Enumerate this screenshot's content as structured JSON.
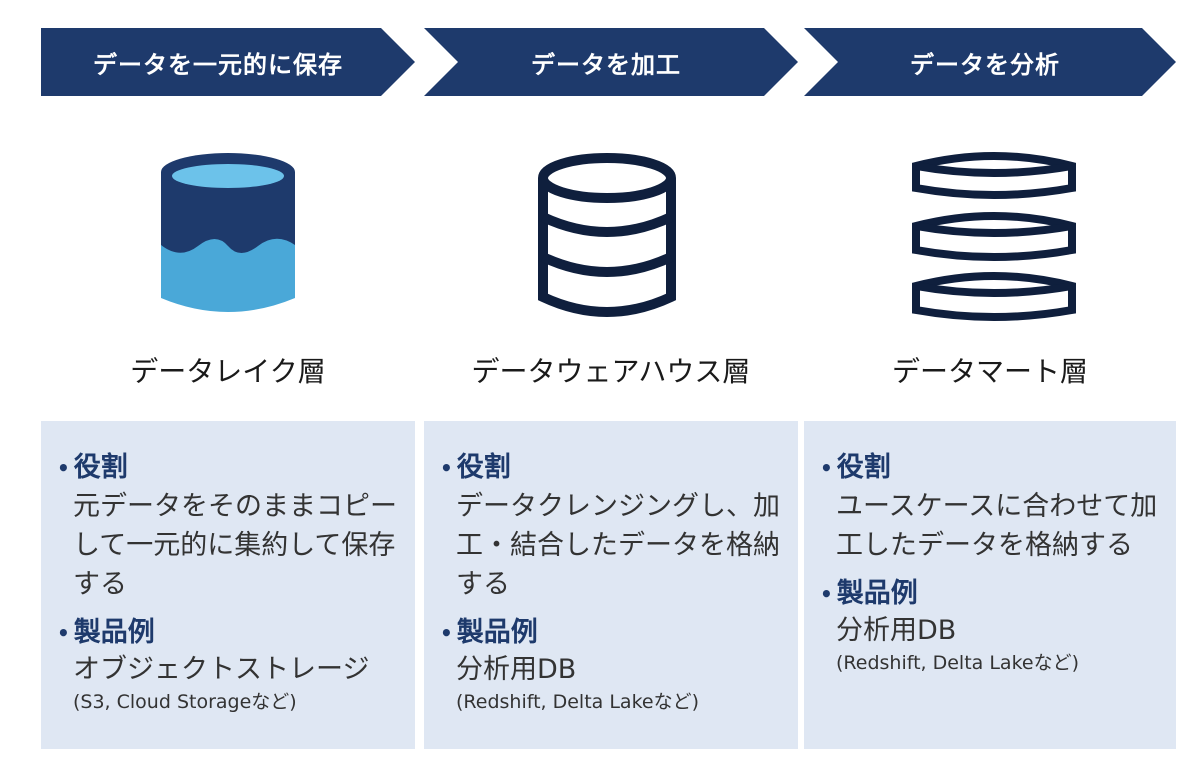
{
  "stages": [
    {
      "label": "データを一元的に保存"
    },
    {
      "label": "データを加工"
    },
    {
      "label": "データを分析"
    }
  ],
  "layers": [
    {
      "name": "データレイク層",
      "icon": "data-lake-cylinder-icon",
      "role_heading": "役割",
      "role_text": "元データをそのままコピーして一元的に集約して保存する",
      "product_heading": "製品例",
      "product_text": "オブジェクトストレージ",
      "product_note": "(S3, Cloud Storageなど)"
    },
    {
      "name": "データウェアハウス層",
      "icon": "database-stack-icon",
      "role_heading": "役割",
      "role_text": "データクレンジングし、加工・結合したデータを格納する",
      "product_heading": "製品例",
      "product_text": "分析用DB",
      "product_note": "(Redshift, Delta Lakeなど)"
    },
    {
      "name": "データマート層",
      "icon": "data-mart-disks-icon",
      "role_heading": "役割",
      "role_text": "ユースケースに合わせて加工したデータを格納する",
      "product_heading": "製品例",
      "product_text": "分析用DB",
      "product_note": "(Redshift, Delta Lakeなど)"
    }
  ],
  "colors": {
    "arrow": "#1e3a6c",
    "panel": "#dfe7f3",
    "lake_dark": "#1e3a6c",
    "lake_water": "#4aa8d8",
    "lake_surface": "#6cc2ea"
  }
}
